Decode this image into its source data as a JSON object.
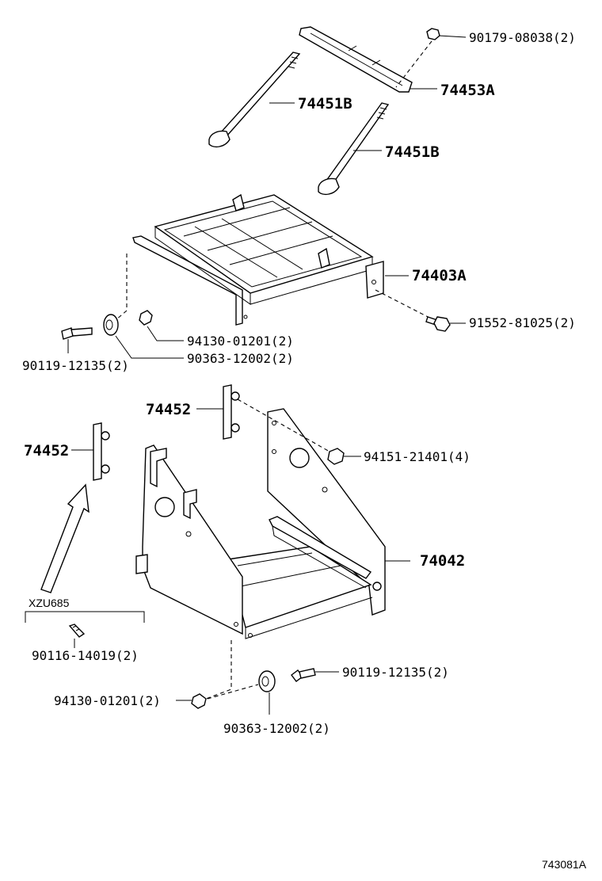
{
  "labels": {
    "p90179": "90179-08038(2)",
    "p74453a": "74453A",
    "p74451b_1": "74451B",
    "p74451b_2": "74451B",
    "p74403a": "74403A",
    "p91552": "91552-81025(2)",
    "p94130_top": "94130-01201(2)",
    "p90363_top": "90363-12002(2)",
    "p90119_top": "90119-12135(2)",
    "p74452_upper": "74452",
    "p74452_left": "74452",
    "p94151": "94151-21401(4)",
    "p74042": "74042",
    "xzu": "XZU685",
    "p90116": "90116-14019(2)",
    "p90119_bot": "90119-12135(2)",
    "p94130_bot": "94130-01201(2)",
    "p90363_bot": "90363-12002(2)",
    "drawing_no": "743081A"
  }
}
